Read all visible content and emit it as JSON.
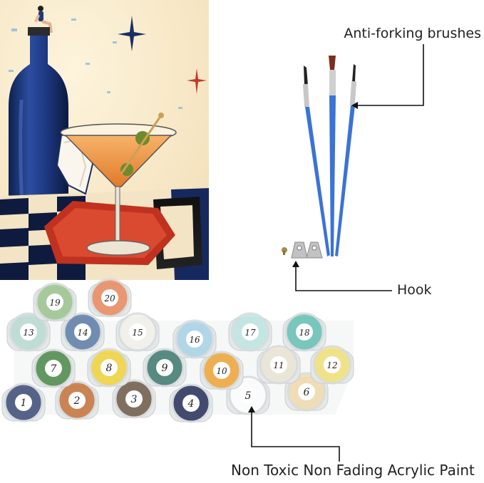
{
  "labels": {
    "brushes": "Anti-forking brushes",
    "hook": "Hook",
    "paint": "Non Toxic Non Fading Acrylic Paint"
  },
  "painting": {
    "subject": "woman sitting on wine bottle beside martini glass"
  },
  "paint_pots": [
    {
      "number": "1",
      "color": "#3e4c78"
    },
    {
      "number": "2",
      "color": "#c6733a"
    },
    {
      "number": "3",
      "color": "#6f5a48"
    },
    {
      "number": "4",
      "color": "#26305a"
    },
    {
      "number": "5",
      "color": "#ffffff"
    },
    {
      "number": "6",
      "color": "#f0dcae"
    },
    {
      "number": "7",
      "color": "#4c8a4a"
    },
    {
      "number": "8",
      "color": "#f2d33c"
    },
    {
      "number": "9",
      "color": "#3f7a70"
    },
    {
      "number": "10",
      "color": "#f0a63a"
    },
    {
      "number": "11",
      "color": "#ece6d4"
    },
    {
      "number": "12",
      "color": "#f2e27a"
    },
    {
      "number": "13",
      "color": "#b9dcd2"
    },
    {
      "number": "14",
      "color": "#5c7ea8"
    },
    {
      "number": "15",
      "color": "#f4f2ec"
    },
    {
      "number": "16",
      "color": "#a9d4e8"
    },
    {
      "number": "17",
      "color": "#bfe6e2"
    },
    {
      "number": "18",
      "color": "#66c1b5"
    },
    {
      "number": "19",
      "color": "#9bc48e"
    },
    {
      "number": "20",
      "color": "#ea8a5e"
    }
  ]
}
